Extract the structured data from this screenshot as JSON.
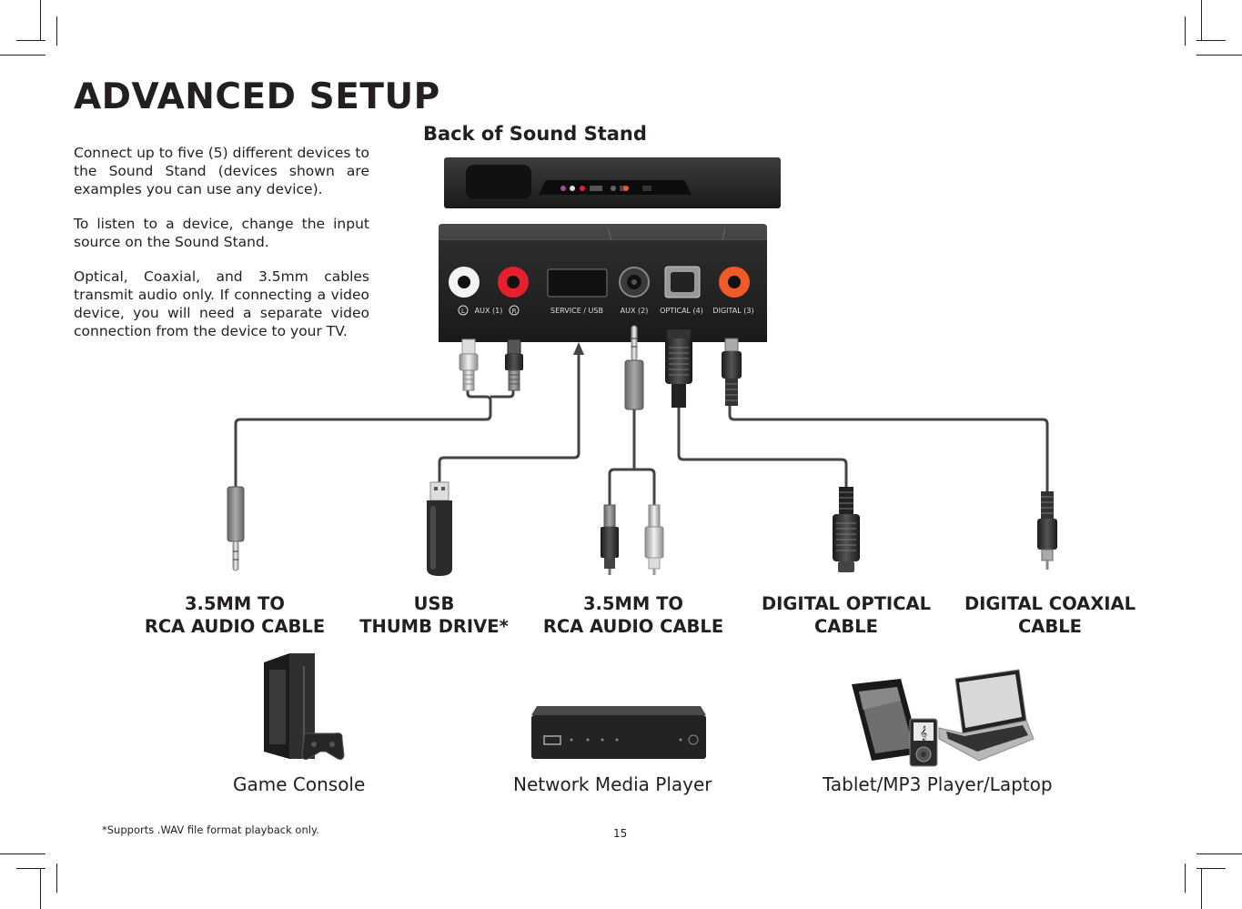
{
  "page": {
    "title": "ADVANCED SETUP",
    "intro": [
      "Connect up to five (5) different devices to the Sound Stand (devices shown are examples you can use any device).",
      "To listen to a device, change the input source on the Sound Stand.",
      "Optical, Coaxial, and 3.5mm cables transmit audio only. If connecting a video device, you will need a separate video connection from the device to your TV."
    ],
    "back_title": "Back of Sound Stand",
    "footnote": "*Supports .WAV file format playback only.",
    "page_number": "15"
  },
  "panel": {
    "port_labels": {
      "l": "L",
      "aux1": "AUX (1)",
      "r": "R",
      "service": "SERVICE / USB",
      "aux2": "AUX (2)",
      "optical": "OPTICAL (4)",
      "digital": "DIGITAL (3)"
    }
  },
  "cables": [
    {
      "line1": "3.5MM TO",
      "line2": "RCA AUDIO CABLE"
    },
    {
      "line1": "USB",
      "line2": "THUMB DRIVE*"
    },
    {
      "line1": "3.5MM TO",
      "line2": "RCA AUDIO CABLE"
    },
    {
      "line1": "DIGITAL OPTICAL",
      "line2": "CABLE"
    },
    {
      "line1": "DIGITAL COAXIAL",
      "line2": "CABLE"
    }
  ],
  "devices": [
    {
      "label": "Game Console",
      "icon": "game-console-icon"
    },
    {
      "label": "Network Media Player",
      "icon": "media-player-icon"
    },
    {
      "label": "Tablet/MP3 Player/Laptop",
      "icon": "tablet-mp3-laptop-icon"
    }
  ],
  "colors": {
    "text": "#231f20",
    "rca_red": "#e5202e",
    "digital_orange": "#f05a28",
    "device_body": "#2b2b2b"
  }
}
